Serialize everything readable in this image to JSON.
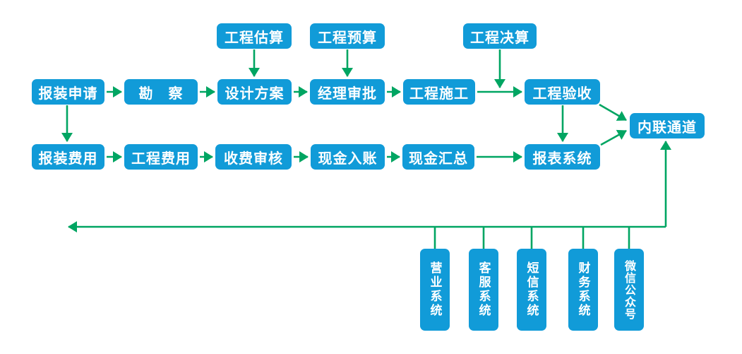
{
  "flow": {
    "colors": {
      "node_fill": "#119bd8",
      "node_text": "#ffffff",
      "arrow": "#00a562"
    },
    "top_inputs": {
      "estimate": "工程估算",
      "budget": "工程预算",
      "final_account": "工程决算"
    },
    "process_row": {
      "application": "报装申请",
      "survey": "勘　察",
      "design": "设计方案",
      "approval": "经理审批",
      "construction": "工程施工",
      "acceptance": "工程验收"
    },
    "finance_row": {
      "install_fee": "报装费用",
      "project_fee": "工程费用",
      "fee_audit": "收费审核",
      "cash_entry": "现金入账",
      "cash_summary": "现金汇总",
      "report_system": "报表系统"
    },
    "hub": "内联通道",
    "bottom_systems": {
      "business": "营业系统",
      "customer_service": "客服系统",
      "sms": "短信系统",
      "finance": "财务系统",
      "wechat": "微信公众号"
    }
  }
}
